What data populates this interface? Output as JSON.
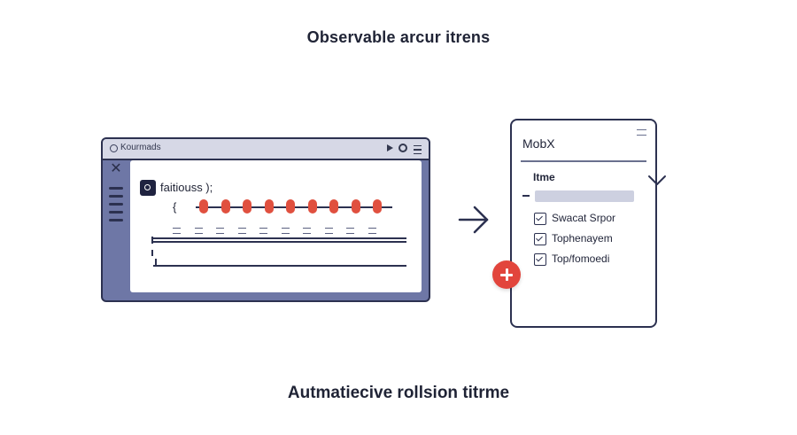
{
  "headings": {
    "top": "Observable arcur itrens",
    "bottom": "Autmatiecive rollsion titrme"
  },
  "window": {
    "title": "Kourmads",
    "code_label": "faitiouss );",
    "code_brace": "{",
    "bead_count": 9
  },
  "panel": {
    "title": "MobX",
    "section_label": "Itme",
    "items": [
      {
        "label": "Swacat Srpor",
        "checked": true
      },
      {
        "label": "Tophenayem",
        "checked": true
      },
      {
        "label": "Top/fomoedi",
        "checked": true
      }
    ]
  },
  "icons": {
    "window_close": "close-icon",
    "arrow": "arrow-right-icon",
    "add": "plus-icon",
    "chevron": "chevron-down-icon"
  },
  "colors": {
    "accent_red": "#e2453c",
    "bead_red": "#e0503f",
    "window_frame": "#6e77a6",
    "dark": "#2c3150"
  }
}
